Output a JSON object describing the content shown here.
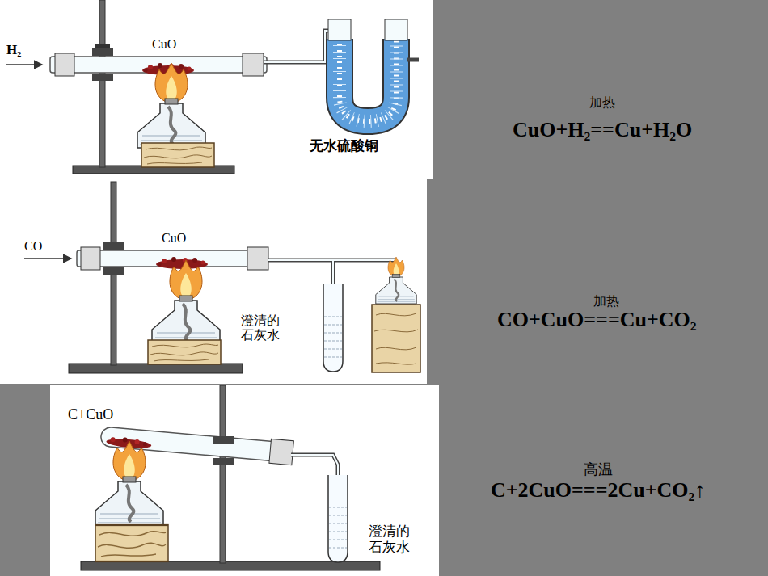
{
  "diagram": {
    "labels": [
      "H₂",
      "CuO",
      "无水硫酸铜",
      "加热",
      "CuO+H₂==Cu+H₂O",
      "CO",
      "CuO",
      "澄清的 石灰水",
      "加热",
      "CO+CuO===Cu+CO₂",
      "C+CuO",
      "澄清的 石灰水",
      "高温",
      "C+2CuO===2Cu+CO₂↑"
    ]
  }
}
